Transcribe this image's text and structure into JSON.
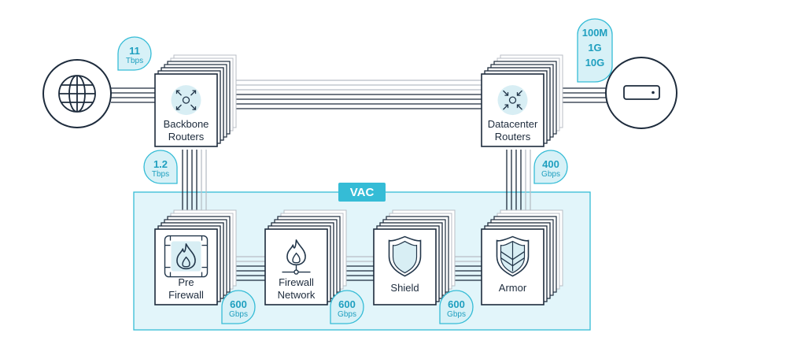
{
  "colors": {
    "accent": "#35bcd6",
    "accent_fill": "#d5f0f6",
    "vac_fill": "#e2f5fa",
    "badge_fill": "#d7f1f7",
    "stroke": "#1d2b3c",
    "icon_bg": "#d8eef4",
    "icon_line": "#22364a",
    "ghost": "#b8bec5"
  },
  "vac": {
    "label": "VAC"
  },
  "endpoints": {
    "internet": {
      "icon": "globe-icon"
    },
    "server": {
      "icon": "server-icon"
    }
  },
  "nodes": {
    "backbone": {
      "line1": "Backbone",
      "line2": "Routers",
      "icon": "arrows-out-icon"
    },
    "datacenter": {
      "line1": "Datacenter",
      "line2": "Routers",
      "icon": "arrows-in-icon"
    },
    "prefirewall": {
      "line1": "Pre",
      "line2": "Firewall",
      "icon": "flame-chip-icon"
    },
    "firewall": {
      "line1": "Firewall",
      "line2": "Network",
      "icon": "flame-network-icon"
    },
    "shield": {
      "line1": "Shield",
      "line2": "",
      "icon": "shield-icon"
    },
    "armor": {
      "line1": "Armor",
      "line2": "",
      "icon": "armor-shield-icon"
    }
  },
  "badges": {
    "internet": {
      "value": "11",
      "unit": "Tbps"
    },
    "backbone_vac": {
      "value": "1.2",
      "unit": "Tbps"
    },
    "datacenter_vac": {
      "value": "400",
      "unit": "Gbps"
    },
    "server": {
      "line1": "100M",
      "line2": "1G",
      "line3": "10G"
    },
    "link1": {
      "value": "600",
      "unit": "Gbps"
    },
    "link2": {
      "value": "600",
      "unit": "Gbps"
    },
    "link3": {
      "value": "600",
      "unit": "Gbps"
    }
  }
}
